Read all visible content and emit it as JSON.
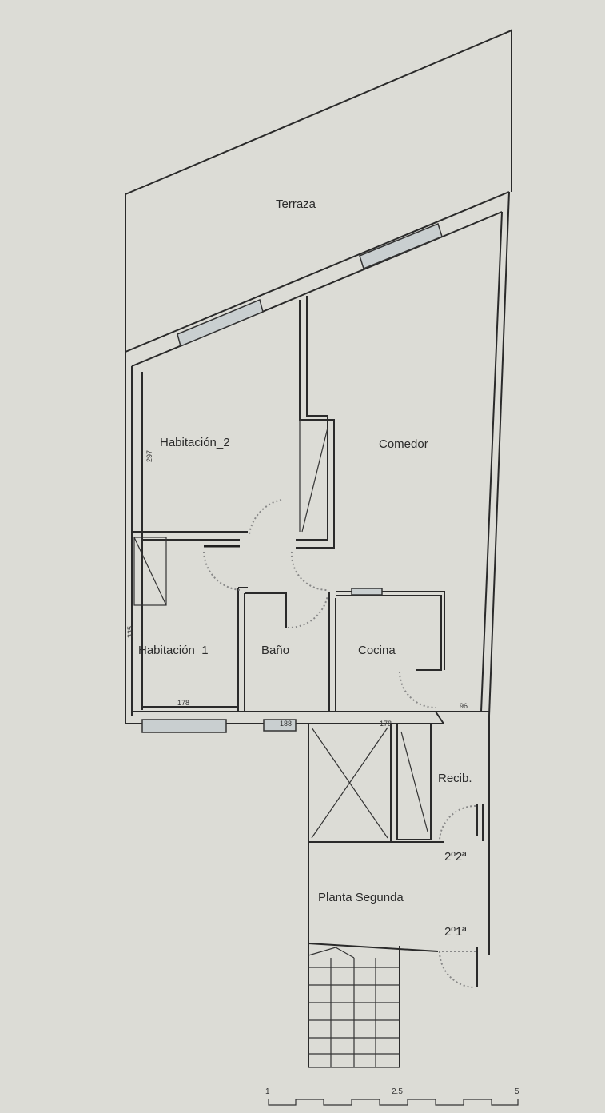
{
  "rooms": {
    "terraza": "Terraza",
    "habitacion_2": "Habitación_2",
    "comedor": "Comedor",
    "habitacion_1": "Habitación_1",
    "bano": "Baño",
    "cocina": "Cocina",
    "recibidor": "Recib.",
    "planta": "Planta Segunda",
    "door_2_2": "2º2ª",
    "door_2_1": "2º1ª"
  },
  "dimensions": {
    "hab2_side": "297",
    "hab1_side": "335",
    "hab1_bottom": "178",
    "bano_bottom": "188",
    "cocina_bottom": "178",
    "right_bottom": "96"
  },
  "scale": {
    "start": "1",
    "mid": "2.5",
    "end": "5"
  }
}
